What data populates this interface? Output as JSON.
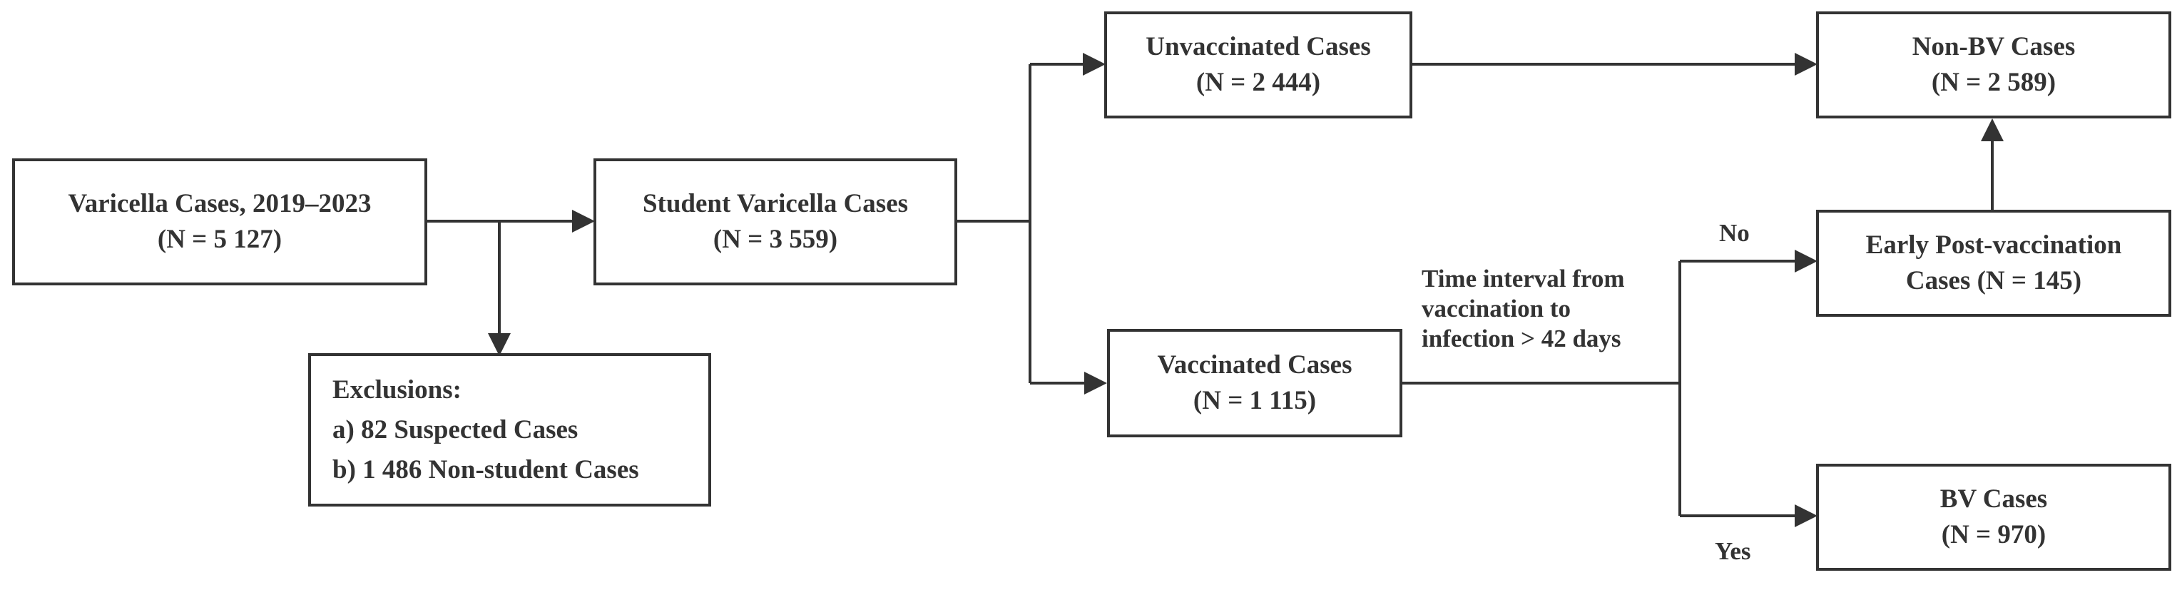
{
  "nodes": {
    "varicella": {
      "line1": "Varicella Cases, 2019–2023",
      "line2": "(N = 5 127)"
    },
    "exclusions": {
      "line1": "Exclusions:",
      "line2": "a) 82 Suspected Cases",
      "line3": "b) 1 486 Non-student Cases"
    },
    "student": {
      "line1": "Student Varicella Cases",
      "line2": "(N = 3 559)"
    },
    "unvaccinated": {
      "line1": "Unvaccinated Cases",
      "line2": "(N = 2 444)"
    },
    "vaccinated": {
      "line1": "Vaccinated Cases",
      "line2": "(N = 1 115)"
    },
    "nonbv": {
      "line1": "Non-BV Cases",
      "line2": "(N = 2 589)"
    },
    "early": {
      "line1": "Early Post-vaccination",
      "line2": "Cases (N = 145)"
    },
    "bv": {
      "line1": "BV Cases",
      "line2": "(N = 970)"
    }
  },
  "labels": {
    "criterion_line1": "Time interval from",
    "criterion_line2": "vaccination to",
    "criterion_line3": "infection  > 42 days",
    "no": "No",
    "yes": "Yes"
  },
  "colors": {
    "stroke": "#333333",
    "background": "#ffffff"
  }
}
